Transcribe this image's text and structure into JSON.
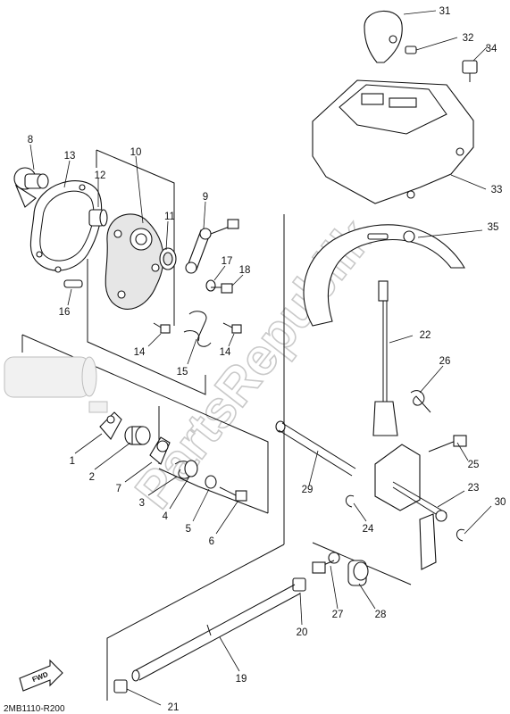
{
  "diagram": {
    "drawing_code": "2MB1110-R200",
    "watermark": "PartsRepublik",
    "direction_badge": "FWD",
    "callouts": [
      "1",
      "2",
      "3",
      "4",
      "5",
      "6",
      "7",
      "8",
      "9",
      "10",
      "11",
      "12",
      "13",
      "14",
      "14",
      "15",
      "16",
      "17",
      "18",
      "19",
      "20",
      "21",
      "22",
      "23",
      "24",
      "25",
      "26",
      "27",
      "28",
      "29",
      "30",
      "31",
      "32",
      "33",
      "34",
      "35"
    ]
  }
}
